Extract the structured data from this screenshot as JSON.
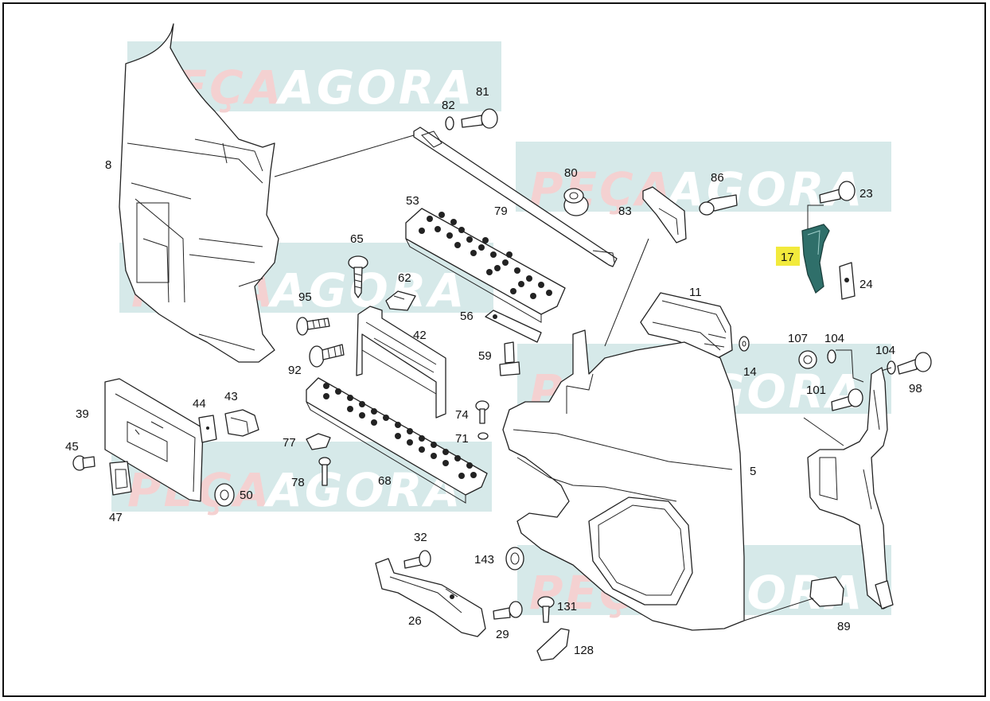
{
  "watermark": {
    "word_a": "PEÇA",
    "word_b": "AGORA"
  },
  "colors": {
    "highlight": "#f2ea3c",
    "highlighted_part": "#2f6f6a",
    "watermark_band": "#cfe6e6",
    "watermark_pink": "#f3c9c9"
  },
  "highlighted_label": "17",
  "labels": {
    "p8": "8",
    "p82": "82",
    "p81": "81",
    "p80": "80",
    "p86": "86",
    "p23": "23",
    "p53": "53",
    "p79": "79",
    "p83": "83",
    "p17": "17",
    "p24": "24",
    "p65": "65",
    "p62": "62",
    "p95": "95",
    "p11": "11",
    "p56": "56",
    "p42": "42",
    "p107": "107",
    "p104a": "104",
    "p104b": "104",
    "p92": "92",
    "p59": "59",
    "p14": "14",
    "p98": "98",
    "p101": "101",
    "p39": "39",
    "p44": "44",
    "p43": "43",
    "p74": "74",
    "p71": "71",
    "p45": "45",
    "p77": "77",
    "p5": "5",
    "p78": "78",
    "p68": "68",
    "p50": "50",
    "p47": "47",
    "p32": "32",
    "p143": "143",
    "p131": "131",
    "p26": "26",
    "p29": "29",
    "p128": "128",
    "p89": "89"
  }
}
